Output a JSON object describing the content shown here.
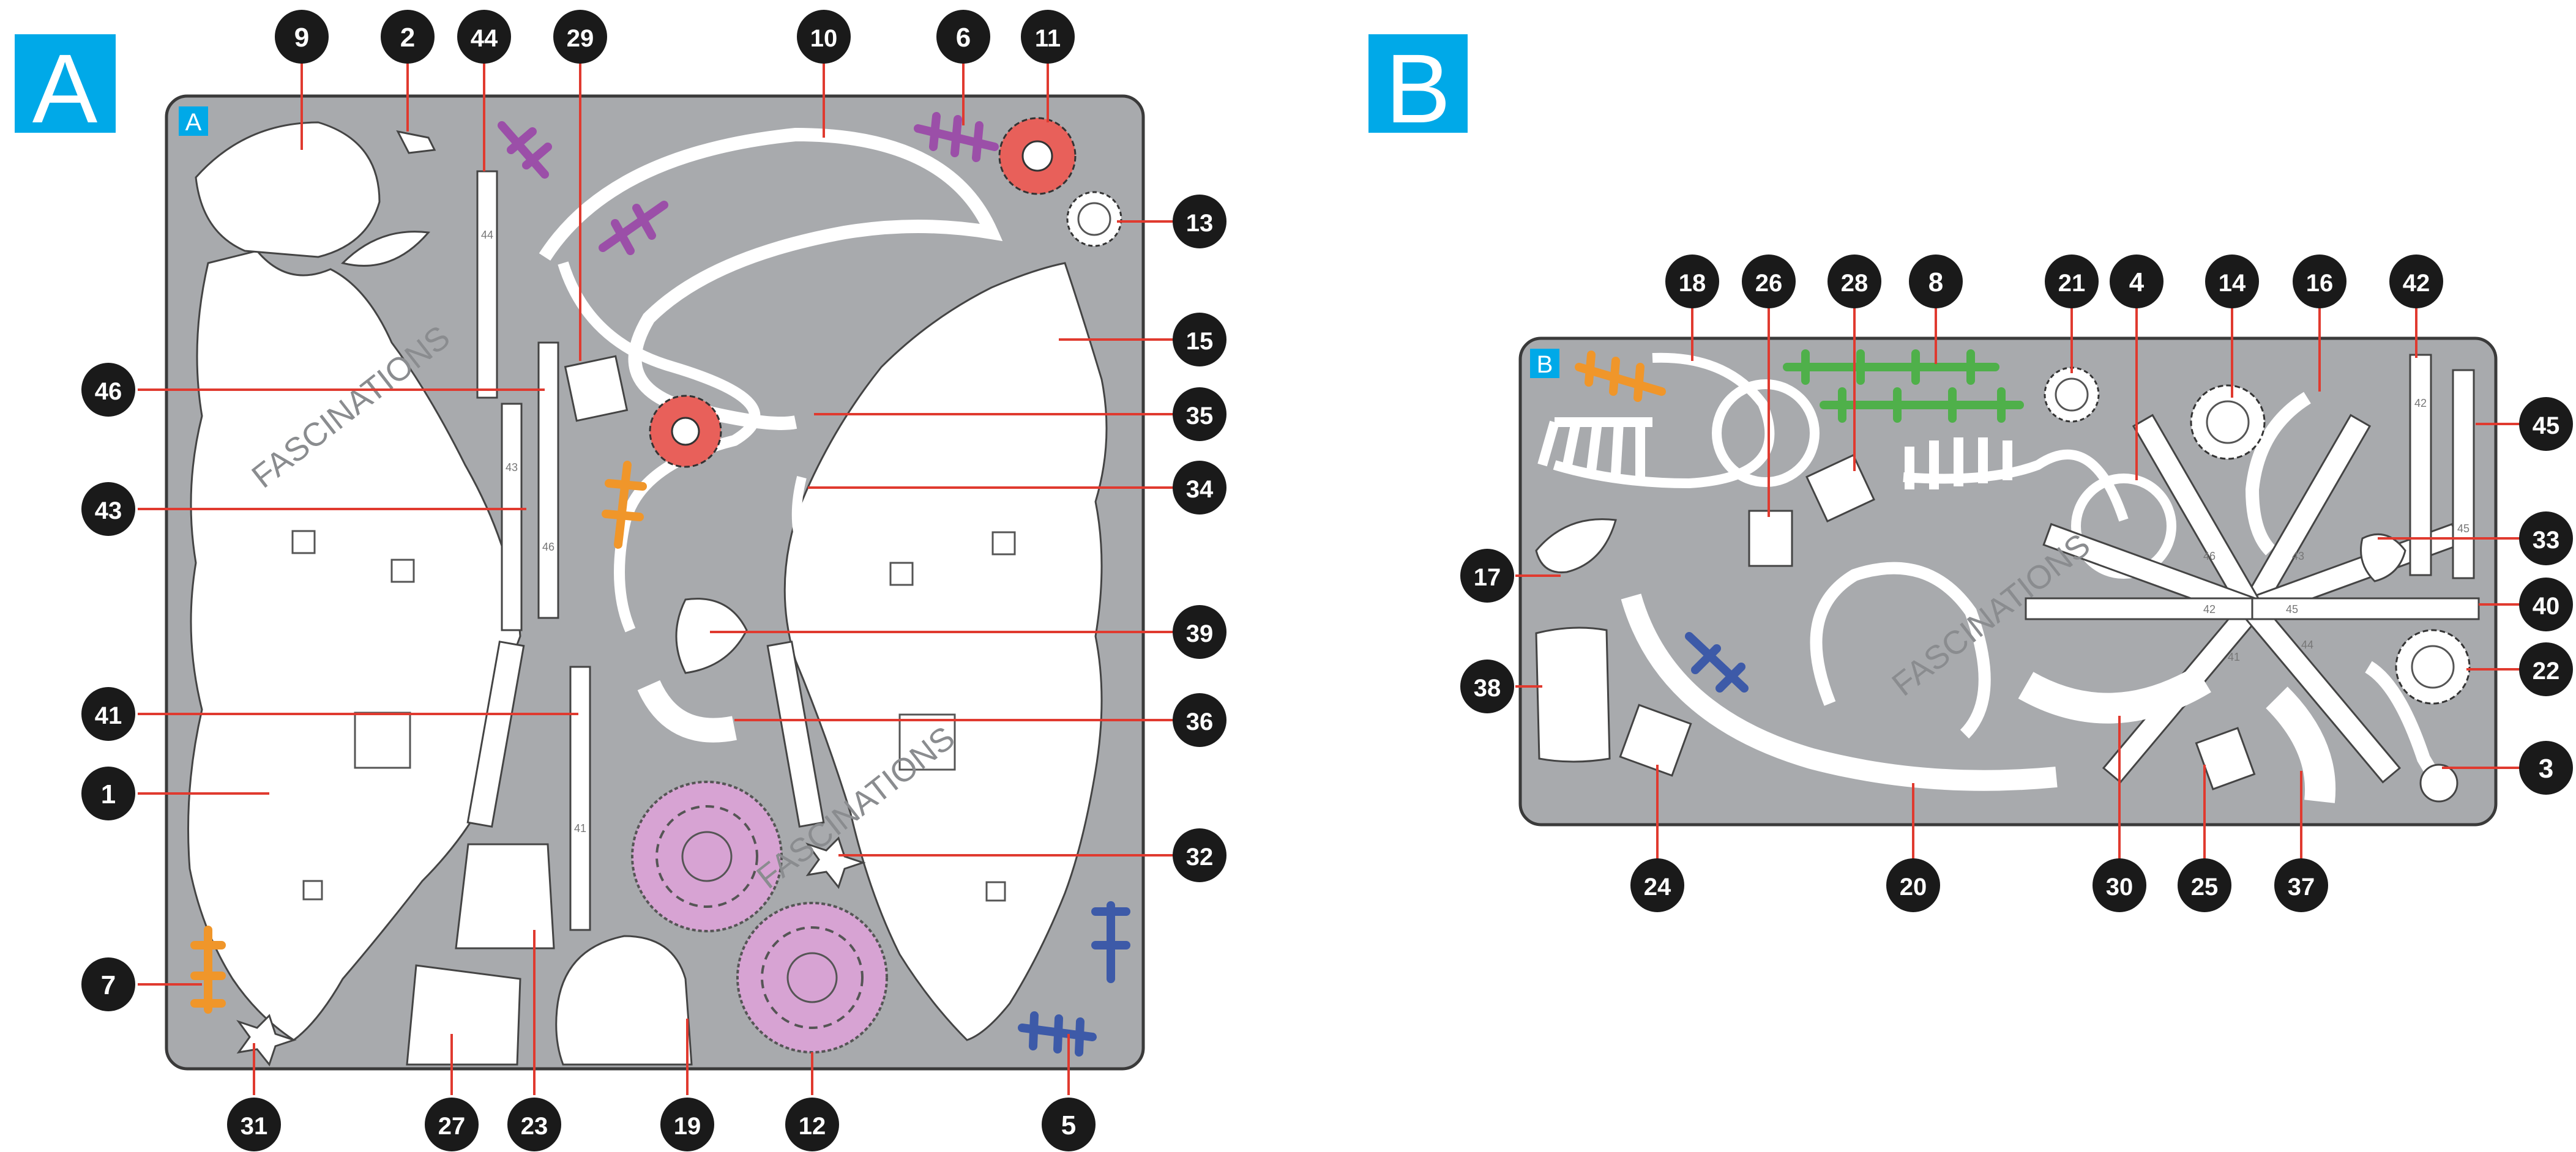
{
  "panels": [
    {
      "id": "panel-a",
      "letter": "A",
      "sheet_label": "A"
    },
    {
      "id": "panel-b",
      "letter": "B",
      "sheet_label": "B"
    }
  ],
  "watermarks": [
    {
      "text": "FASCINATIONS"
    },
    {
      "text": "FASCINATIONS"
    },
    {
      "text": "FASCINATIONS"
    }
  ],
  "piece_numbers": {
    "p9": "9",
    "p2": "2",
    "p44": "44",
    "p29": "29",
    "p10": "10",
    "p6": "6",
    "p11": "11",
    "p13": "13",
    "p15": "15",
    "p35": "35",
    "p34": "34",
    "p39": "39",
    "p36": "36",
    "p32": "32",
    "p5": "5",
    "p12": "12",
    "p19": "19",
    "p23": "23",
    "p27": "27",
    "p31": "31",
    "p7": "7",
    "p1": "1",
    "p41": "41",
    "p43": "43",
    "p46": "46",
    "p18": "18",
    "p26": "26",
    "p28": "28",
    "p8": "8",
    "p21": "21",
    "p4": "4",
    "p14": "14",
    "p16": "16",
    "p42": "42",
    "p45": "45",
    "p33": "33",
    "p40": "40",
    "p22": "22",
    "p3": "3",
    "p37": "37",
    "p25": "25",
    "p30": "30",
    "p20": "20",
    "p24": "24",
    "p38": "38",
    "p17": "17"
  },
  "piece_marks": {
    "a44": "44",
    "a43": "43",
    "a46": "46",
    "a41": "41",
    "b42": "42",
    "b45": "45",
    "b42h": "42",
    "b45h": "45",
    "b44": "44",
    "b41": "41",
    "b43": "43",
    "b46": "46"
  },
  "colors": {
    "accent_blue": "#00a9e8",
    "sheet_gray": "#a8aaad",
    "piece_white": "#ffffff",
    "callout_red": "#e03a2f",
    "badge_black": "#1a1a1a",
    "purple": "#9b4fa8",
    "orange": "#f0962a",
    "green": "#4fb04a",
    "navy": "#3d5aa8",
    "coral": "#e8605a",
    "pink": "#d7a3d3"
  }
}
